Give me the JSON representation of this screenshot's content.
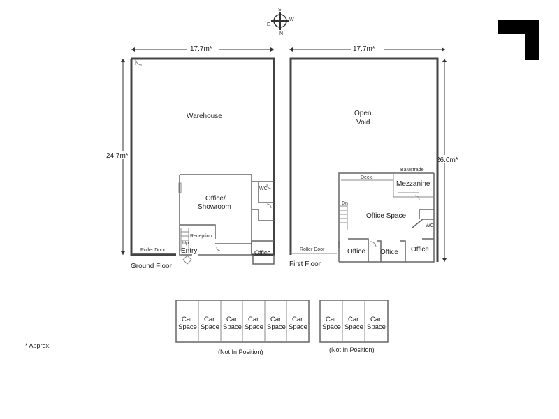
{
  "compass": {
    "n": "N",
    "s": "S",
    "e": "E",
    "w": "W"
  },
  "ground_floor": {
    "title": "Ground Floor",
    "width_dim": "17.7m*",
    "depth_dim": "24.7m*",
    "rooms": {
      "warehouse": "Warehouse",
      "office_line1": "Office/",
      "office_line2": "Showroom",
      "reception": "Reception",
      "entry": "Entry",
      "wc": "WC",
      "office": "Office",
      "roller_door": "Roller Door",
      "up": "Up"
    }
  },
  "first_floor": {
    "title": "First Floor",
    "width_dim": "17.7m*",
    "depth_dim": "26.0m*",
    "rooms": {
      "void_line1": "Open",
      "void_line2": "Void",
      "deck": "Deck",
      "balustrade": "Balustrade",
      "mezzanine": "Mezzanine",
      "office_space": "Office Space",
      "office_1": "Office",
      "office_2": "Office",
      "office_3": "Office",
      "wc": "WC",
      "dn": "Dn",
      "roller_door": "Roller Door"
    }
  },
  "parking": {
    "group1": {
      "spaces": [
        {
          "l1": "Car",
          "l2": "Space"
        },
        {
          "l1": "Car",
          "l2": "Space"
        },
        {
          "l1": "Car",
          "l2": "Space"
        },
        {
          "l1": "Car",
          "l2": "Space"
        },
        {
          "l1": "Car",
          "l2": "Space"
        },
        {
          "l1": "Car",
          "l2": "Space"
        }
      ],
      "note": "(Not In Position)"
    },
    "group2": {
      "spaces": [
        {
          "l1": "Car",
          "l2": "Space"
        },
        {
          "l1": "Car",
          "l2": "Space"
        },
        {
          "l1": "Car",
          "l2": "Space"
        }
      ],
      "note": "(Not In Position)"
    }
  },
  "footnote": "* Approx."
}
